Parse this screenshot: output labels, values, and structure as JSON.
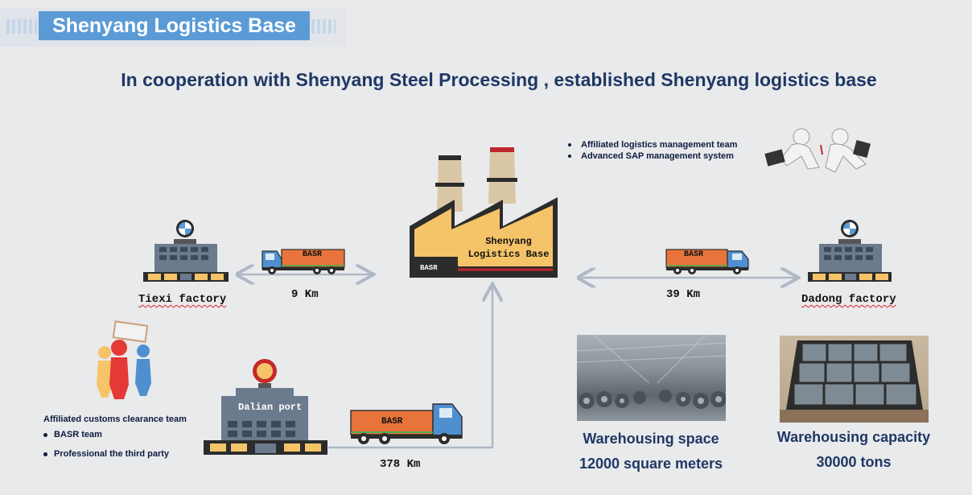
{
  "header": {
    "title": "Shenyang Logistics Base"
  },
  "subtitle": "In cooperation with Shenyang Steel Processing , established Shenyang logistics base",
  "factory": {
    "label_line1": "Shenyang",
    "label_line2": "Logistics Base",
    "door_label": "BASR"
  },
  "features": [
    "Affiliated logistics management team",
    "Advanced SAP management system"
  ],
  "sites": {
    "tiexi": "Tiexi factory",
    "dadong": "Dadong factory",
    "dalian": "Dalian port"
  },
  "distances": {
    "tiexi": "9 Km",
    "dadong": "39 Km",
    "dalian": "378 Km"
  },
  "truck_brand": "BASR",
  "customs": {
    "title": "Affiliated customs clearance team",
    "items": [
      "BASR team",
      "Professional the third party"
    ]
  },
  "warehouse": {
    "space_title": "Warehousing space",
    "space_value": "12000 square meters",
    "capacity_title": "Warehousing capacity",
    "capacity_value": "30000 tons"
  },
  "colors": {
    "title_bg": "#5b9bd5",
    "subtitle": "#1f3864",
    "truck_box": "#e8743b",
    "truck_cab": "#4f8fd0",
    "factory_body": "#f5c469",
    "arrow": "#aeb8c6"
  }
}
